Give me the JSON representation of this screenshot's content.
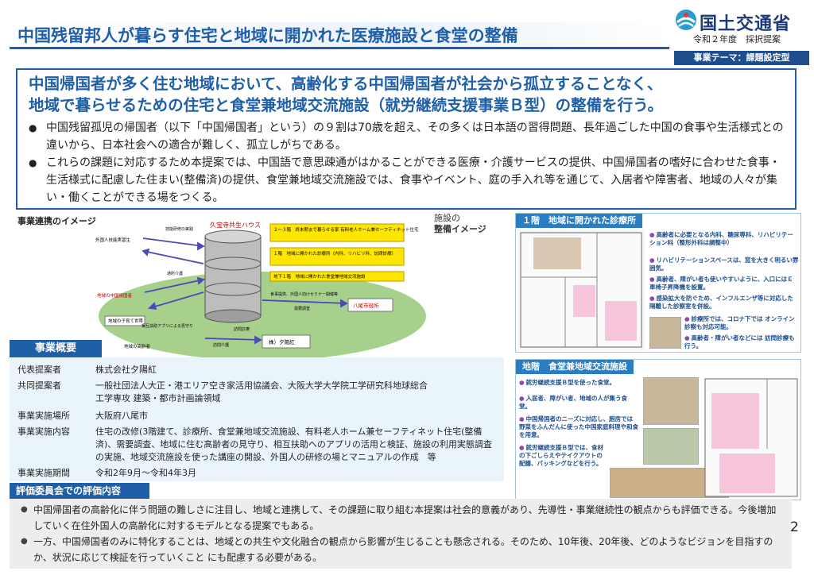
{
  "header": {
    "title": "中国残留邦人が暮らす住宅と地域に開かれた医療施設と食堂の整備",
    "ministry": "国土交通省",
    "year_note": "令和２年度　採択提案",
    "theme": "事業テーマ：課題設定型"
  },
  "summary": {
    "headline_1": "中国帰国者が多く住む地域において、高齢化する中国帰国者が社会から孤立することなく、",
    "headline_2": "地域で暮らせるための住宅と食堂兼地域交流施設（就労継続支援事業Ｂ型）の整備を行う。",
    "bullet_1": "中国残留孤児の帰国者（以下「中国帰国者」という）の９割は70歳を超え、その多くは日本語の習得問題、長年過ごした中国の食事や生活様式との違いから、日本社会への適合が難しく、孤立しがちである。",
    "bullet_2": "これらの課題に対応するため本提案では、中国語で意思疎通がはかることができる医療・介護サービスの提供、中国帰国者の嗜好に合わせた食事・生活様式に配慮した住まい(整備済)の提供、食堂兼地域交流施設では、食事やイベント、庭の手入れ等を通じて、入居者や障害者、地域の人々が集い・働くことができる場をつくる。"
  },
  "diagram": {
    "label": "事業連携のイメージ",
    "building_name": "久宝寺共生ハウス",
    "floor_2_3": "２～３階　終末期まで暮らせる家 有料老人ホーム兼セーフティネット住宅",
    "floor_1": "１階　地域に開かれた診療所（内科、リハビリ科、訪問診療）",
    "floor_b1": "地下１階　地域に開かれた食堂兼地域交流施設",
    "foreign_trainee": "外国人技能実習生",
    "chinese_returnees": "地域の中国帰国者",
    "children": "地域の子育て世帯",
    "elderly": "地域の高齢者",
    "city_office": "八尾市役所",
    "company": "株）夕陽紅",
    "arrow_training": "技能研修の実践",
    "arrow_dayservice": "通所介護",
    "arrow_visit": "訪問介護",
    "arrow_homevisit": "訪問診療",
    "arrow_support": "相互扶助アプリによる見守り",
    "arrow_meals": "食事提供、外国人向けセミナー開催等",
    "arrow_survey": "需要調査",
    "facility_label_1": "施設の",
    "facility_label_2": "整備イメージ"
  },
  "gaiyo": {
    "tab": "事業概要",
    "rows": [
      {
        "k": "代表提案者",
        "v": "株式会社夕陽紅"
      },
      {
        "k": "共同提案者",
        "v": "一般社団法人大正・港エリア空き家活用協議会、大阪大学大学院工学研究科地球総合工学専攻 建築・都市計画論領域"
      },
      {
        "k": "事業実施場所",
        "v": "大阪府八尾市"
      },
      {
        "k": "事業実施内容",
        "v": "住宅の改修(3階建て、診療所、食堂兼地域交流施設、有料老人ホーム兼セーフティネット住宅(整備済)、需要調査、地域に住む高齢者の見守り、相互扶助へのアプリの活用と検証、施設の利用実態調査の実施、地域交流施設を使った講座の開設、外国人の研修の場とマニュアルの作成　等"
      },
      {
        "k": "事業実施期間",
        "v": "令和2年9月～令和4年3月"
      }
    ]
  },
  "panel1": {
    "head": "１階　地域に開かれた診療所",
    "notes": [
      "高齢者に必要となる内科、糖尿専科、リハビリテーション科（整形外科は調整中）",
      "リハビリテーションスペースは、窓を大きく明るい雰囲気。",
      "高齢者、障がい者も使いやすいように、入口にはＥ車椅子昇降機を設置。",
      "感染拡大を防ぐため、インフルエンザ等に対応した隔離した診察室を併設。",
      "診療所では、コロナ下では オンライン診察も対応可能。",
      "高齢者・障がい者などには 訪問診療も行う。"
    ]
  },
  "panel2": {
    "head": "地階　食堂兼地域交流施設",
    "notes": [
      "就労継続支援Ｂ型を使った食堂。",
      "入居者、障がい者、地域の人が集う食堂。",
      "中国帰国者のニーズに対応し、厨房では野菜をふんだんに使った中国家庭料理や和食を用意。",
      "就労継続支援Ｂ型では、食材の下ごしらえやテイクアウトの配膳、パッキングなどを行う。"
    ]
  },
  "evaluation": {
    "tab": "評価委員会での評価内容",
    "item_1": "中国帰国者の高齢化に伴う問題の難しさに注目し、地域と連携して、その課題に取り組む本提案は社会的意義があり、先導性・事業継続性の観点からも評価できる。今後増加していく在住外国人の高齢化に対するモデルとなる提案でもある。",
    "item_2": "一方、中国帰国者のみに特化することは、地域との共生や文化融合の観点から影響が生じることも懸念される。そのため、10年後、20年後、どのようなビジョンを目指すのか、状況に応じて検証を行っていくこと にも配慮する必要がある。"
  },
  "page_number": "2",
  "colors": {
    "primary": "#1f5fa8",
    "navy": "#1f4e8c",
    "accent_pink": "#e64a8c",
    "green": "#a8d08d",
    "yellow": "#ffe600"
  }
}
